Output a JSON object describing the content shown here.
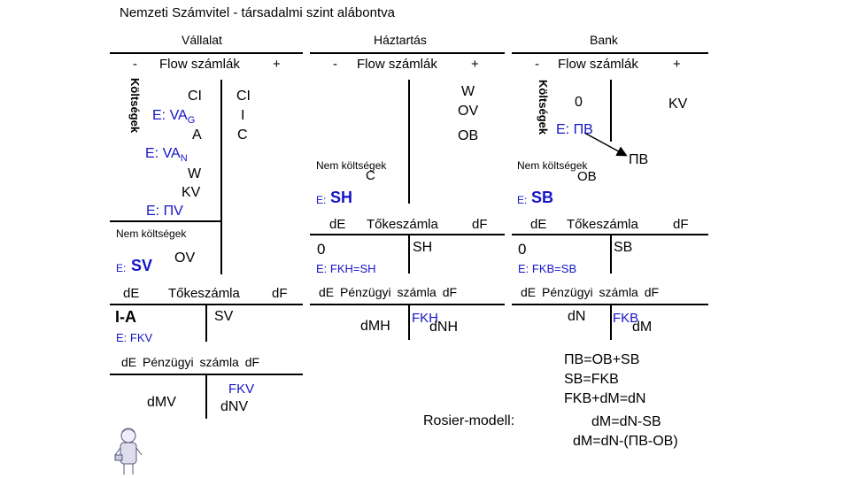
{
  "title": "Nemzeti Számvitel - társadalmi szint alábontva",
  "company": {
    "header": "Vállalat",
    "minus": "-",
    "flow": "Flow számlák",
    "plus": "+",
    "costs_label": "Költségek",
    "debit": [
      "CI",
      "E: VA",
      "A",
      "E: VA",
      "W",
      "KV",
      "E: ΠV"
    ],
    "sub_g": "G",
    "sub_n": "N",
    "credit": [
      "CI",
      "I",
      "C"
    ],
    "noncost": "Nem költségek",
    "e_sv": "E: ",
    "sv": "SV",
    "ov": "OV",
    "capital": {
      "de": "dE",
      "title": "Tőkeszámla",
      "df": "dF",
      "ia": "I-A",
      "sv": "SV",
      "efkv": "E: FKV"
    },
    "money": {
      "title": "dE  Pénzügyi számla  dF",
      "dmv": "dMV",
      "fkv": "FKV",
      "dnv": "dNV"
    }
  },
  "household": {
    "header": "Háztartás",
    "minus": "-",
    "flow": "Flow számlák",
    "plus": "+",
    "credit": [
      "W",
      "OV",
      "OB"
    ],
    "noncost": "Nem költségek",
    "c": "C",
    "e_label": "E: ",
    "sh": "SH",
    "capital": {
      "de": "dE",
      "title": "Tőkeszámla",
      "df": "dF",
      "zero": "0",
      "sh": "SH",
      "efkh": "E: FKH=SH"
    },
    "money": {
      "title": "dE  Pénzügyi számla  dF",
      "dmh": "dMH",
      "fkh": "FKH",
      "dnh": "dNH"
    }
  },
  "bank": {
    "header": "Bank",
    "minus": "-",
    "flow": "Flow számlák",
    "plus": "+",
    "costs_label": "Költségek",
    "zero": "0",
    "kv": "KV",
    "epb": "E: ΠB",
    "noncost": "Nem költségek",
    "ob": "OB",
    "pb": "ΠB",
    "e_label": "E: ",
    "sb": "SB",
    "capital": {
      "de": "dE",
      "title": "Tőkeszámla",
      "df": "dF",
      "zero": "0",
      "sb": "SB",
      "efkb": "E: FKB=SB"
    },
    "money": {
      "title": "dE  Pénzügyi számla  dF",
      "dn": "dN",
      "fkb": "FKB",
      "dm": "dM"
    }
  },
  "equations": [
    "ΠB=OB+SB",
    "SB=FKB",
    "FKB+dM=dN",
    "dM=dN-SB",
    "dM=dN-(ΠB-OB)"
  ],
  "rosier": "Rosier-modell:"
}
